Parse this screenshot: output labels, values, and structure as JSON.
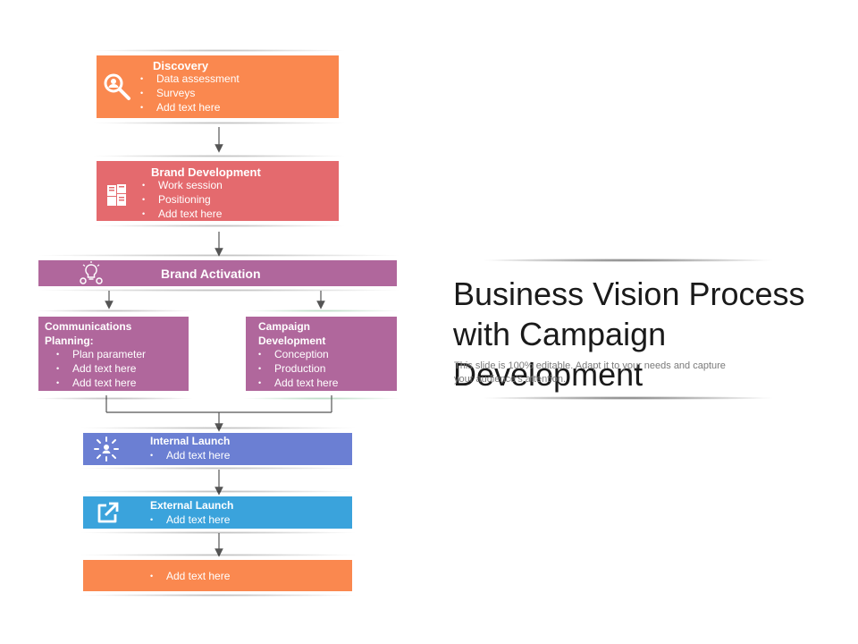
{
  "colors": {
    "discovery": "#FA884F",
    "brand_development": "#E46A6E",
    "purple": "#B0679C",
    "internal_launch": "#6B7FD3",
    "external_launch": "#3AA3DC",
    "final": "#FA884F",
    "arrow": "#555555"
  },
  "slide": {
    "title": "Business Vision Process with Campaign Development",
    "subtitle": "This slide is 100% editable. Adapt it to your needs and capture your audience's attention."
  },
  "steps": {
    "discovery": {
      "title": "Discovery",
      "items": [
        "Data assessment",
        "Surveys",
        "Add text here"
      ],
      "icon": "search-user-icon"
    },
    "brand_development": {
      "title": "Brand Development",
      "items": [
        "Work session",
        "Positioning",
        "Add text here"
      ],
      "icon": "documents-icon"
    },
    "brand_activation": {
      "title": "Brand Activation",
      "icon": "lightbulb-gears-icon"
    },
    "communications_planning": {
      "title": "Communications Planning:",
      "items": [
        "Plan parameter",
        "Add text here",
        "Add text here"
      ]
    },
    "campaign_development": {
      "title": "Campaign Development",
      "items": [
        "Conception",
        "Production",
        "Add text here"
      ]
    },
    "internal_launch": {
      "title": "Internal Launch",
      "items": [
        "Add text here"
      ],
      "icon": "network-icon"
    },
    "external_launch": {
      "title": "External Launch",
      "items": [
        "Add text here"
      ],
      "icon": "external-link-icon"
    },
    "final": {
      "items": [
        "Add text here"
      ]
    }
  }
}
